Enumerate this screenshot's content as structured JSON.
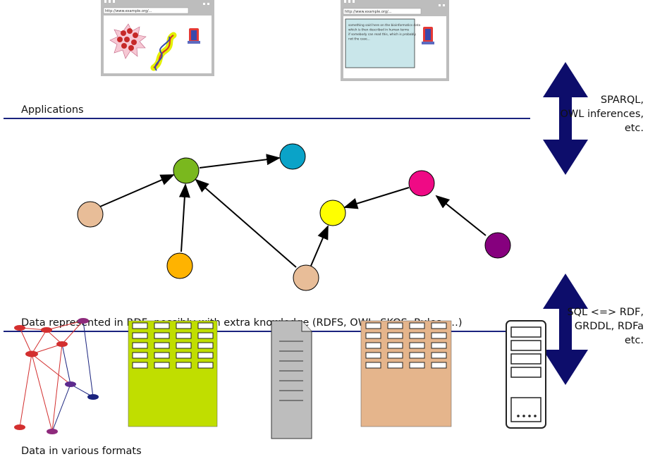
{
  "layers": {
    "applications_label": "Applications",
    "rdf_label": "Data represented in RDF, possibly with extra knowledge (RDFS, OWL, SKOS, Rules, …)",
    "formats_label": "Data in various formats"
  },
  "arrows": {
    "top": [
      "SPARQL,",
      "OWL inferences,",
      "etc."
    ],
    "bottom": [
      "SQL <=> RDF,",
      "GRDDL, RDFa",
      "etc."
    ]
  },
  "browsers": {
    "left_url": "http://www.example.org/...",
    "right_url": "http://www.example.org/...",
    "right_text": [
      "something said here on the bioinformatics data",
      "which is then described in human terms",
      "if somebody can read this, which is probably",
      "not the case..."
    ]
  },
  "colors": {
    "rule": "#1a237e",
    "arrow": "#0d0d6b",
    "node_green": "#7ab81e",
    "node_teal": "#0aa3c8",
    "node_tan": "#e8bd98",
    "node_orange": "#ffb300",
    "node_yellow": "#ffff00",
    "node_pink": "#ef0a85",
    "node_purple": "#86007e",
    "table_green": "#c0de00",
    "table_tan": "#e5b58c"
  }
}
